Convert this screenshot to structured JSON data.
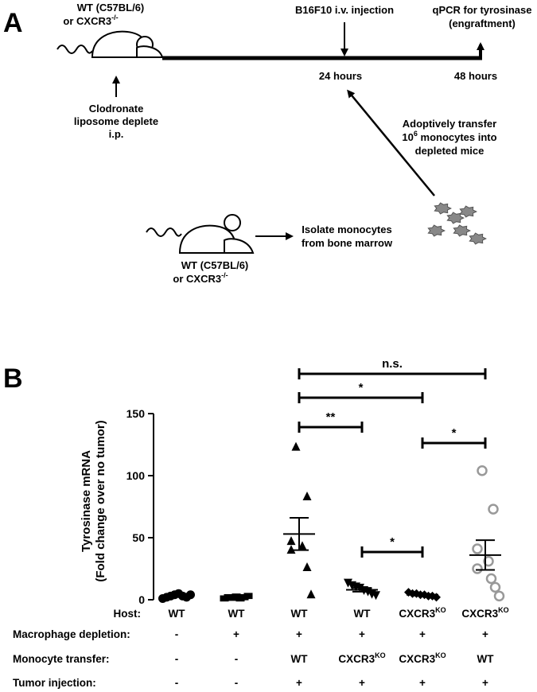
{
  "panel_a": {
    "label": "A",
    "mouse_top_label": [
      "WT (C57BL/6)",
      "or CXCR3"
    ],
    "mouse_top_sup": "-/-",
    "clodronate": [
      "Clodronate",
      "liposome deplete",
      "i.p."
    ],
    "b16_label": "B16F10 i.v. injection",
    "time_24": "24 hours",
    "qpcr": [
      "qPCR for tyrosinase",
      "(engraftment)"
    ],
    "time_48": "48 hours",
    "adoptive": [
      "Adoptively transfer",
      "monocytes into",
      "depleted mice"
    ],
    "adoptive_num": "10",
    "adoptive_sup": "6",
    "isolate": [
      "Isolate monocytes",
      "from bone marrow"
    ],
    "mouse_bottom_label": [
      "WT (C57BL/6)",
      "or CXCR3"
    ],
    "mouse_bottom_sup": "-/-"
  },
  "panel_b": {
    "label": "B",
    "rows": [
      {
        "label": "Host:",
        "values": [
          "WT",
          "WT",
          "WT",
          "WT",
          "CXCR3",
          "CXCR3"
        ],
        "sups": [
          "",
          "",
          "",
          "",
          "KO",
          "KO"
        ]
      },
      {
        "label": "Macrophage depletion:",
        "values": [
          "-",
          "+",
          "+",
          "+",
          "+",
          "+"
        ],
        "sups": [
          "",
          "",
          "",
          "",
          "",
          ""
        ]
      },
      {
        "label": "Monocyte transfer:",
        "values": [
          "-",
          "-",
          "WT",
          "CXCR3",
          "CXCR3",
          "WT"
        ],
        "sups": [
          "",
          "",
          "",
          "KO",
          "KO",
          ""
        ]
      },
      {
        "label": "Tumor injection:",
        "values": [
          "-",
          "-",
          "+",
          "+",
          "+",
          "+"
        ],
        "sups": [
          "",
          "",
          "",
          "",
          "",
          ""
        ]
      }
    ]
  },
  "chart_data": {
    "type": "scatter",
    "ylabel": "Tyrosinase mRNA",
    "ylabel2": "(Fold change over no tumor)",
    "ylim": [
      0,
      150
    ],
    "yticks": [
      0,
      50,
      100,
      150
    ],
    "groups": [
      {
        "marker": "circle-filled",
        "color": "#000000",
        "values": [
          1,
          2,
          3,
          4,
          5,
          3,
          2,
          4
        ],
        "mean": 3,
        "sem": 0.7
      },
      {
        "marker": "square-filled",
        "color": "#000000",
        "values": [
          1,
          2,
          1.5,
          2.5,
          1,
          2,
          3
        ],
        "mean": 2,
        "sem": 0.3
      },
      {
        "marker": "triangle-up",
        "color": "#000000",
        "values": [
          123,
          83,
          47,
          43,
          40,
          26,
          4
        ],
        "mean": 53,
        "sem": 13
      },
      {
        "marker": "triangle-down",
        "color": "#000000",
        "values": [
          14,
          12,
          11,
          10,
          8,
          7,
          5,
          4
        ],
        "mean": 8,
        "sem": 1.5
      },
      {
        "marker": "diamond-filled",
        "color": "#000000",
        "values": [
          6,
          5,
          5,
          4,
          4,
          3,
          3,
          2
        ],
        "mean": 4,
        "sem": 0.6
      },
      {
        "marker": "circle-open",
        "color": "#999999",
        "values": [
          104,
          73,
          41,
          31,
          25,
          17,
          10,
          3
        ],
        "mean": 36,
        "sem": 12
      }
    ],
    "comparisons": [
      {
        "from": 2,
        "to": 5,
        "label": "n.s."
      },
      {
        "from": 2,
        "to": 4,
        "label": "*"
      },
      {
        "from": 2,
        "to": 3,
        "label": "**"
      },
      {
        "from": 4,
        "to": 5,
        "label": "*"
      },
      {
        "from": 3,
        "to": 4,
        "label": "*"
      }
    ]
  }
}
